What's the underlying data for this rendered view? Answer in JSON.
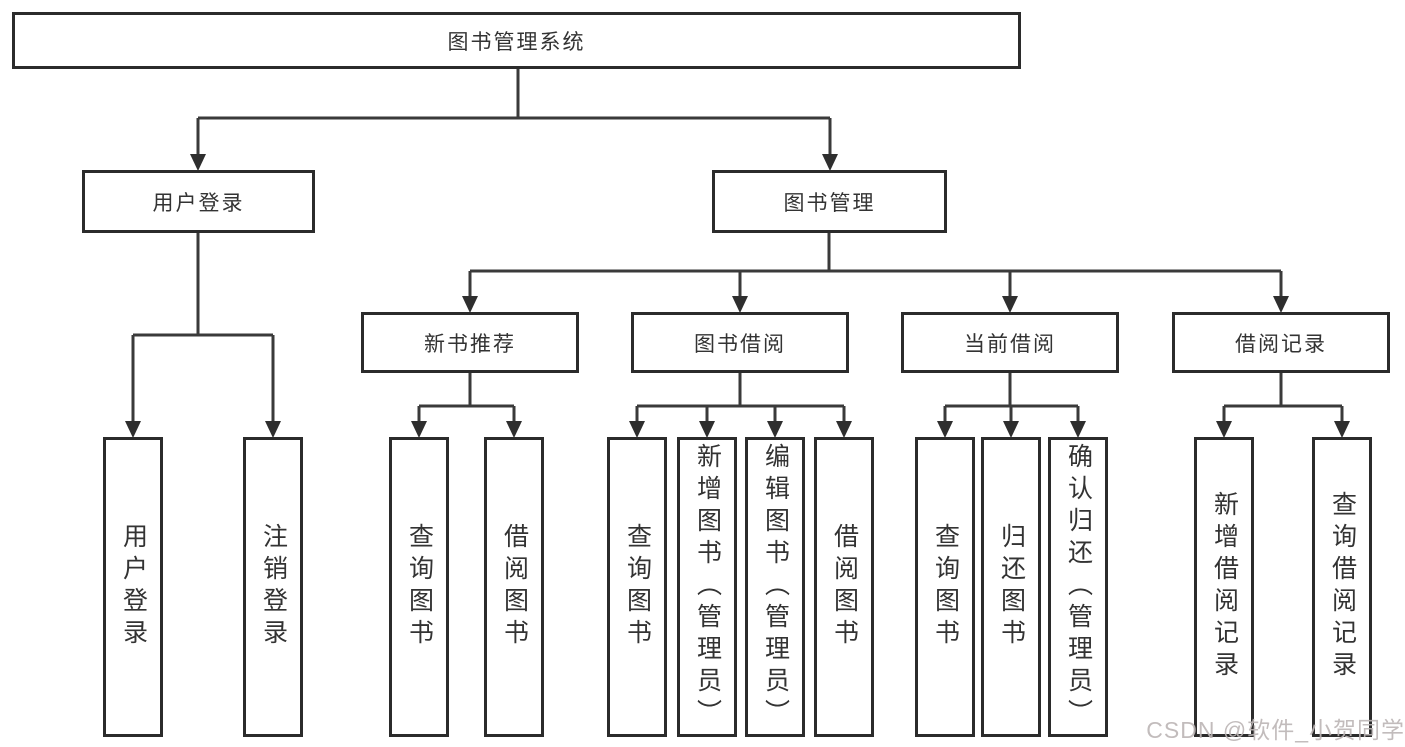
{
  "diagram_title": "图书管理系统",
  "tree": {
    "label": "图书管理系统",
    "children": [
      {
        "label": "用户登录",
        "children": [
          {
            "label": "用户登录"
          },
          {
            "label": "注销登录"
          }
        ]
      },
      {
        "label": "图书管理",
        "children": [
          {
            "label": "新书推荐",
            "children": [
              {
                "label": "查询图书"
              },
              {
                "label": "借阅图书"
              }
            ]
          },
          {
            "label": "图书借阅",
            "children": [
              {
                "label": "查询图书"
              },
              {
                "label": "新增图书（管理员）"
              },
              {
                "label": "编辑图书（管理员）"
              },
              {
                "label": "借阅图书"
              }
            ]
          },
          {
            "label": "当前借阅",
            "children": [
              {
                "label": "查询图书"
              },
              {
                "label": "归还图书"
              },
              {
                "label": "确认归还（管理员）"
              }
            ]
          },
          {
            "label": "借阅记录",
            "children": [
              {
                "label": "新增借阅记录"
              },
              {
                "label": "查询借阅记录"
              }
            ]
          }
        ]
      }
    ]
  },
  "watermark": {
    "text": "CSDN @软件_小贺同学",
    "color": "#bcb5b5"
  },
  "colors": {
    "background": "#ffffff",
    "box_border": "#2b2b2b",
    "connector_line": "#3a3a3a",
    "text": "#333333"
  }
}
